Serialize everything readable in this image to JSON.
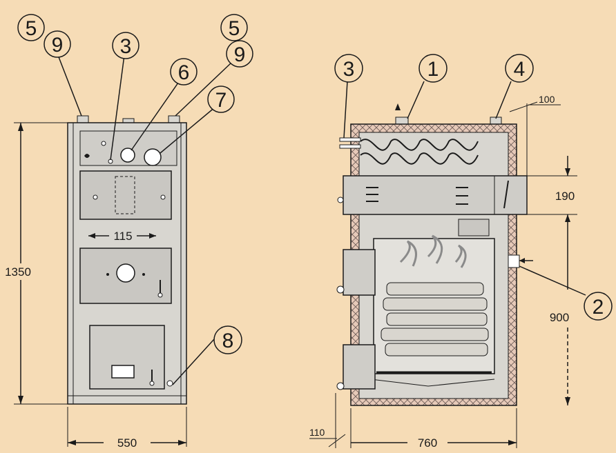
{
  "callouts": {
    "front_5": "5",
    "front_9a": "9",
    "front_3": "3",
    "front_6": "6",
    "front_5b": "5",
    "front_9b": "9",
    "front_7": "7",
    "front_8": "8",
    "side_3": "3",
    "side_1": "1",
    "side_4": "4",
    "side_2": "2"
  },
  "dimensions": {
    "height": "1350",
    "front_width": "550",
    "inner_width": "115",
    "side_depth": "760",
    "insulation": "100",
    "chimney_height": "190",
    "inlet_height": "900",
    "foot_offset": "110"
  },
  "colors": {
    "background": "#f6dcb6",
    "boiler_body": "#d8d6d0",
    "panel": "#c9c7c2",
    "insulation": "#e6c9b8",
    "line": "#1a1a1a",
    "flame": "#8a8a8a"
  }
}
